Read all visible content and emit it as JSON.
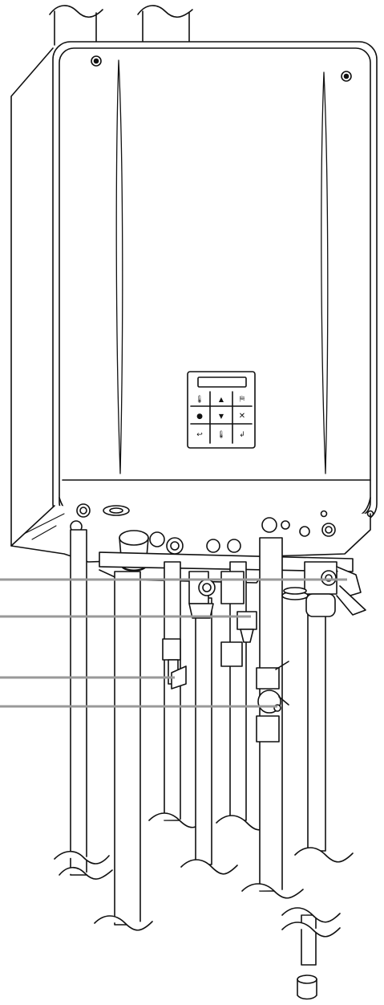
{
  "diagram": {
    "subject": "wall-mounted tankless water heater with piping, isolation valves and drain cap",
    "line_color": "#111111",
    "leader_color": "#999999",
    "panel_fill": "#ffffff",
    "control_panel": {
      "buttons": [
        {
          "id": "temp-up",
          "icon": "thermometer-icon"
        },
        {
          "id": "up",
          "icon": "arrow-up-icon"
        },
        {
          "id": "priority",
          "icon": "tap-icon"
        },
        {
          "id": "mode",
          "icon": "flame-icon"
        },
        {
          "id": "down",
          "icon": "arrow-down-icon"
        },
        {
          "id": "power",
          "icon": "x-icon"
        },
        {
          "id": "menu",
          "icon": "return-icon"
        },
        {
          "id": "info",
          "icon": "thermometer-icon"
        },
        {
          "id": "enter",
          "icon": "enter-icon"
        }
      ]
    },
    "callout_count": 4
  }
}
